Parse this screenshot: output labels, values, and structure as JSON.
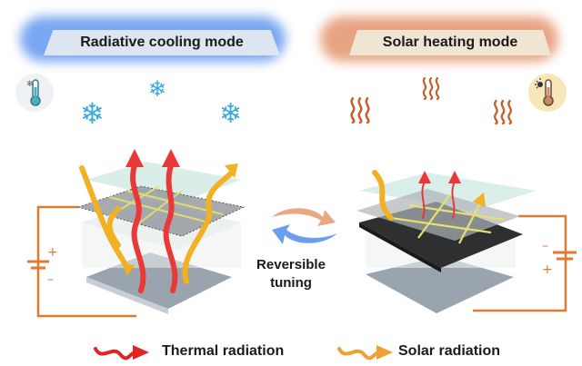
{
  "panels": {
    "left": {
      "title": "Radiative cooling mode",
      "glow_color": "#6f9ff0",
      "banner_color": "#d9e2f0",
      "thermometer_icon": "cold-thermometer-icon",
      "ambient_icon": "snowflake-icon",
      "battery": {
        "plus": "+",
        "minus": "–"
      }
    },
    "right": {
      "title": "Solar heating mode",
      "glow_color": "#e5a07e",
      "banner_color": "#efe3d2",
      "thermometer_icon": "hot-thermometer-icon",
      "ambient_icon": "heat-wave-icon",
      "battery": {
        "plus": "+",
        "minus": "–"
      }
    }
  },
  "center": {
    "label_line1": "Reversible",
    "label_line2": "tuning",
    "arrow_top_color": "#e8a882",
    "arrow_bottom_color": "#6a9ef0"
  },
  "legend": {
    "items": [
      {
        "label": "Thermal radiation",
        "color": "#e02424"
      },
      {
        "label": "Solar radiation",
        "color": "#f0a030"
      }
    ]
  },
  "colors": {
    "circuit": "#e07a30",
    "thermal": "#e83838",
    "solar": "#f2b022",
    "snowflake": "#3aa8d8",
    "heat": "#c8602a"
  }
}
